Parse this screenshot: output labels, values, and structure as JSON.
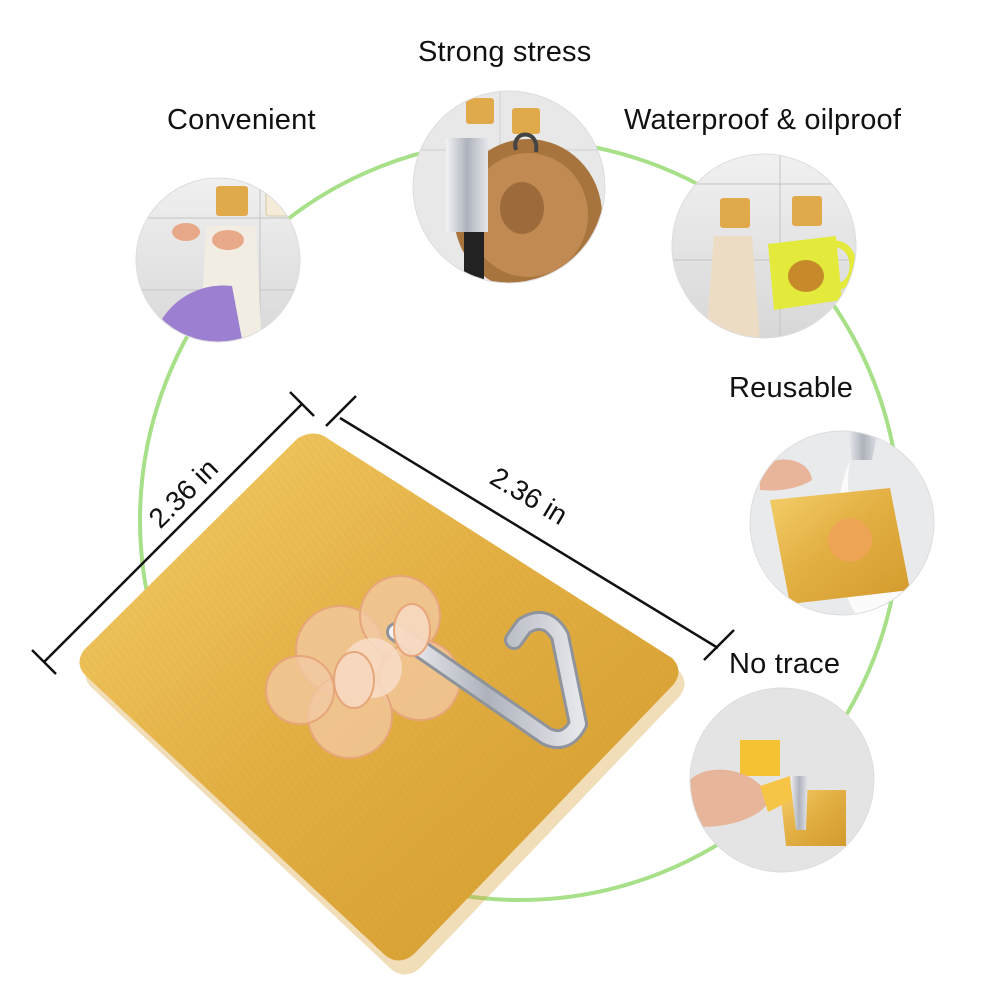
{
  "features": {
    "convenient": "Convenient",
    "strong_stress": "Strong stress",
    "waterproof": "Waterproof & oilproof",
    "reusable": "Reusable",
    "no_trace": "No trace"
  },
  "dimensions": {
    "width": "2.36 in",
    "height": "2.36 in"
  },
  "colors": {
    "ring": "#a8e08a",
    "gold": "#e2b042",
    "hook_clear": "#f3c9a4",
    "hook_metal": "#c9ccd3"
  }
}
